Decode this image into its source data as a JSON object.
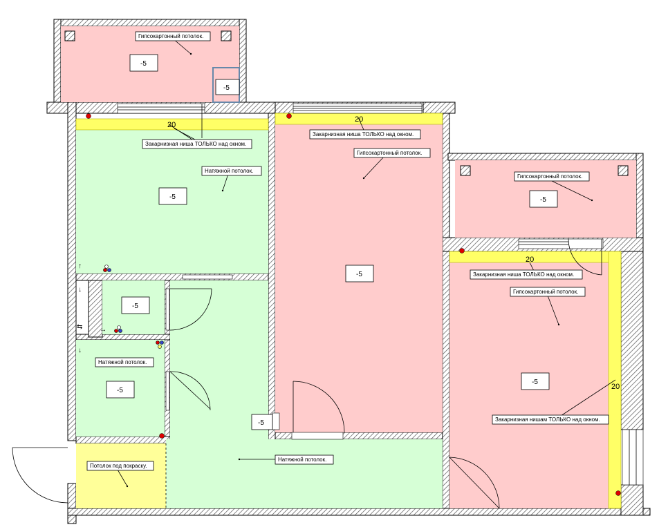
{
  "colors": {
    "gypsum": "#ffcccc",
    "stretch": "#d6ffd6",
    "paint": "#ffff99",
    "niche": "#ffff66",
    "wall_hatch": "#555555",
    "marker_red": "#dd0000"
  },
  "labels": {
    "gypsum_ceiling": "Гипсокартонный потолок.",
    "stretch_ceiling": "Натяжной потолок.",
    "stretch_ceiling_alt": "Натяжной потолок.",
    "paint_ceiling": "Потолок под покраску.",
    "niche_window": "Закарнизная ниша ТОЛЬКО над окном.",
    "niche_window_alt": "Закарнизная нишам ТОЛЬКО над окном."
  },
  "levels": {
    "balcony_top": "-5",
    "balcony_top_small": "-5",
    "room_left": "-5",
    "room_middle": "-5",
    "balcony_right": "-5",
    "room_right": "-5",
    "bathroom": "-5",
    "toilet": "-5",
    "corridor": "-5"
  },
  "dimensions": {
    "niche_left": "20",
    "niche_middle": "20",
    "niche_right": "20",
    "niche_right_side": "20"
  }
}
